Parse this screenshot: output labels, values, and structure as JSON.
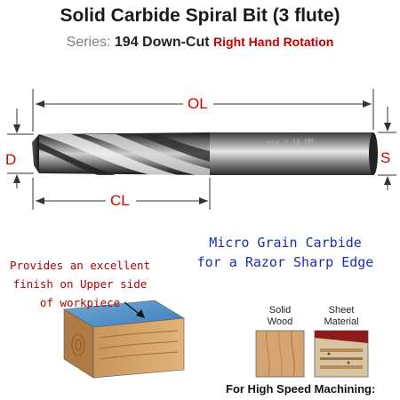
{
  "header": {
    "title": "Solid Carbide Spiral Bit (3 flute)",
    "series_label": "Series:",
    "series_name": "194 Down-Cut",
    "rotation": "Right Hand Rotation"
  },
  "dimensions": {
    "overall_length": "OL",
    "cutting_length": "CL",
    "diameter": "D",
    "shank": "S"
  },
  "callouts": {
    "micro_grain_line1": "Micro Grain Carbide",
    "micro_grain_line2": "for a Razor Sharp Edge",
    "finish_line1": "Provides an excellent",
    "finish_line2": "finish on Upper side",
    "finish_line3": "of workpiece"
  },
  "materials": {
    "solid_wood_line1": "Solid",
    "solid_wood_line2": "Wood",
    "sheet_material_line1": "Sheet",
    "sheet_material_line2": "Material"
  },
  "footer": {
    "high_speed": "For High Speed Machining:"
  },
  "colors": {
    "dimension_red": "#d40000",
    "series_red": "#c00000",
    "callout_blue": "#1a2fb0",
    "callout_red": "#b00000"
  }
}
